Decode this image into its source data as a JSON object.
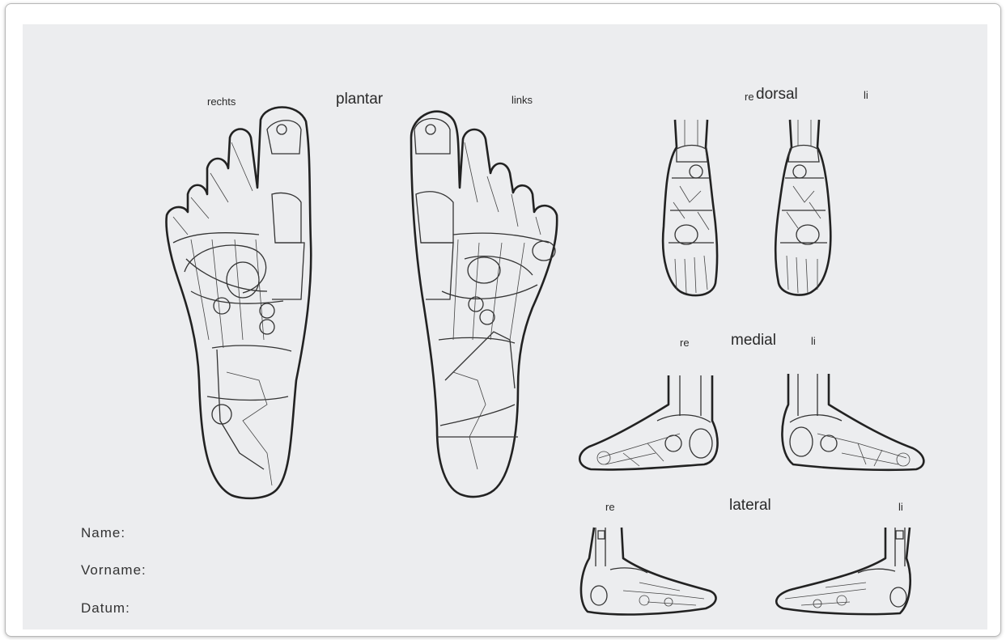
{
  "plantar": {
    "title": "plantar",
    "right_label": "rechts",
    "left_label": "links"
  },
  "dorsal": {
    "title": "dorsal",
    "right_label": "re",
    "left_label": "li"
  },
  "medial": {
    "title": "medial",
    "right_label": "re",
    "left_label": "li"
  },
  "lateral": {
    "title": "lateral",
    "right_label": "re",
    "left_label": "li"
  },
  "form": {
    "name_label": "Name:",
    "vorname_label": "Vorname:",
    "datum_label": "Datum:"
  },
  "colors": {
    "ink": "#222222",
    "paper": "#ecedef"
  }
}
